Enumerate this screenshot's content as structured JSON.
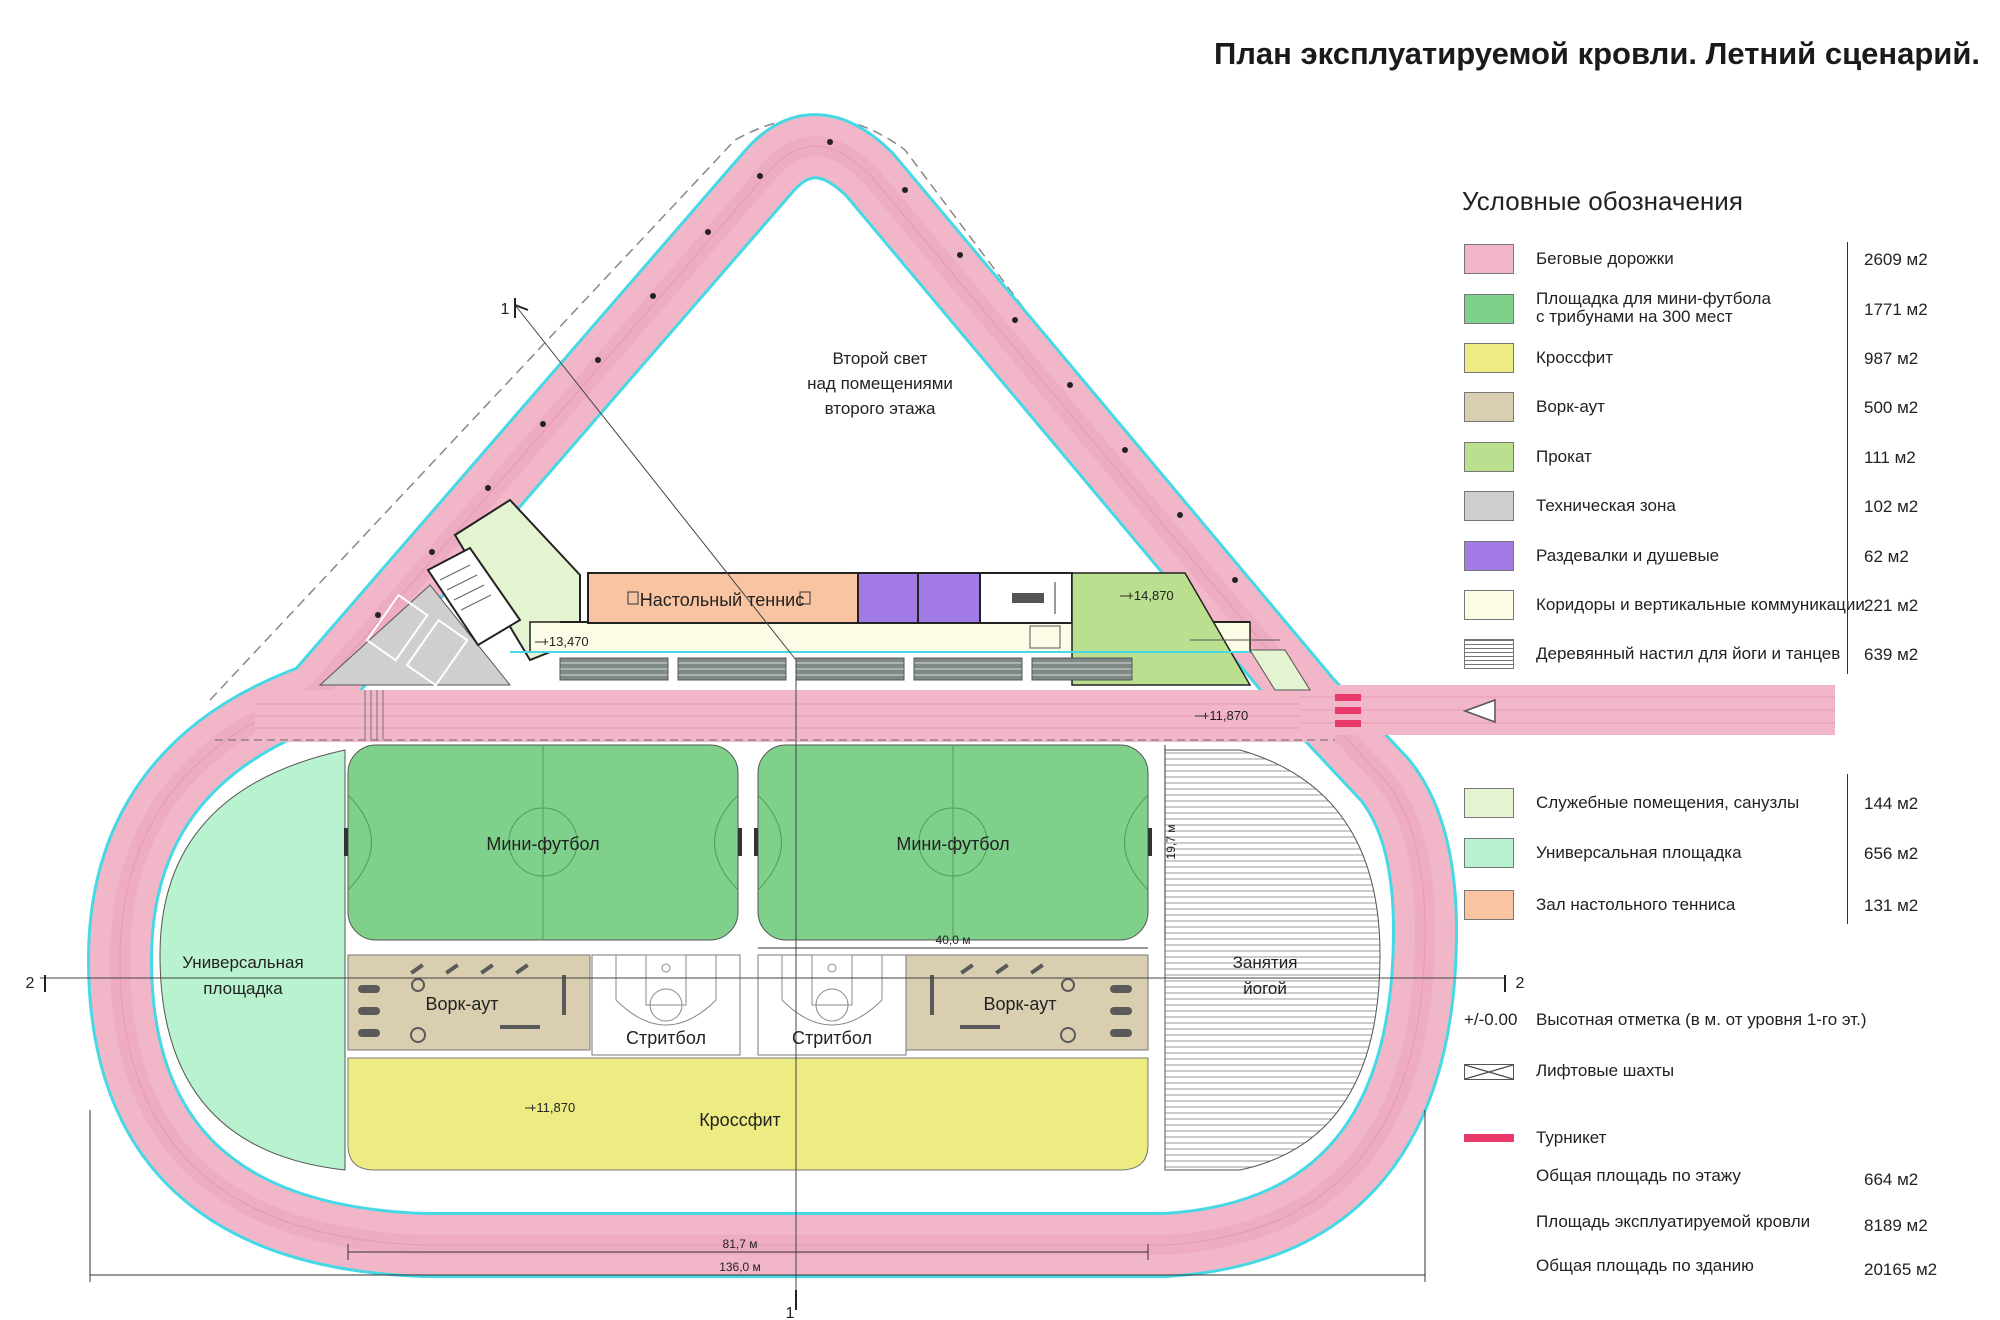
{
  "title": "План эксплуатируемой кровли. Летний сценарий.",
  "colors": {
    "track": "#f2b6c9",
    "minifootball": "#7fd08b",
    "crossfit": "#ecec82",
    "workout": "#d9cfb0",
    "rental": "#b9df8f",
    "technical": "#cfcfcf",
    "lockers": "#a37be6",
    "corridors": "#fbfbe6",
    "service": "#e4f3d0",
    "universal": "#b8f2cf",
    "tennis": "#f9c4a1",
    "turnstile": "#e8396a",
    "edge": "#45d9e6"
  },
  "legend": {
    "heading": "Условные обозначения",
    "items": [
      {
        "label": "Беговые дорожки",
        "area": "2609 м2"
      },
      {
        "label": "Площадка для мини-футбола\nс трибунами на 300 мест",
        "area": "1771 м2"
      },
      {
        "label": "Кроссфит",
        "area": "987 м2"
      },
      {
        "label": "Ворк-аут",
        "area": "500 м2"
      },
      {
        "label": "Прокат",
        "area": "111 м2"
      },
      {
        "label": "Техническая зона",
        "area": "102 м2"
      },
      {
        "label": "Раздевалки и душевые",
        "area": "62 м2"
      },
      {
        "label": "Коридоры и вертикальные коммуникации",
        "area": "221 м2"
      },
      {
        "label": "Деревянный настил для йоги и танцев",
        "area": "639 м2"
      },
      {
        "label": "Служебные помещения, санузлы",
        "area": "144 м2"
      },
      {
        "label": "Универсальная площадка",
        "area": "656 м2"
      },
      {
        "label": "Зал настольного тенниса",
        "area": "131 м2"
      }
    ],
    "elevation_symbol": "+/-0.00",
    "elevation_note": "Высотная отметка (в м. от уровня 1-го эт.)",
    "lift_note": "Лифтовые шахты",
    "turnstile_note": "Турникет",
    "totals": [
      {
        "label": "Общая площадь по этажу",
        "value": "664 м2"
      },
      {
        "label": "Площадь эксплуатируемой кровли",
        "value": "8189 м2"
      },
      {
        "label": "Общая площадь по зданию",
        "value": "20165 м2"
      }
    ]
  },
  "plan": {
    "second_light": [
      "Второй свет",
      "над помещениями",
      "второго этажа"
    ],
    "tennis": "Настольный теннис",
    "minifootball": "Мини-футбол",
    "universal": [
      "Универсальная",
      "площадка"
    ],
    "yoga": [
      "Занятия",
      "йогой"
    ],
    "workout": "Ворк-аут",
    "streetball": "Стритбол",
    "crossfit": "Кроссфит",
    "elev_13470": "+13,470",
    "elev_14870": "+14,870",
    "elev_11870": "+11,870",
    "dim_40": "40,0 м",
    "dim_197": "19,7 м",
    "dim_817": "81,7 м",
    "dim_1360": "136,0 м",
    "axis_1": "1",
    "axis_2": "2"
  }
}
